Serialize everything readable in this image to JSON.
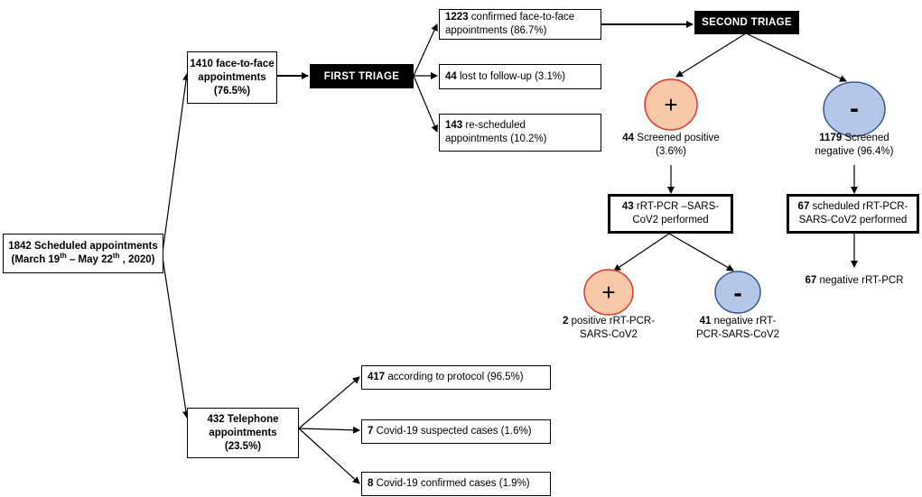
{
  "root": {
    "line1": "1842 Scheduled appointments",
    "line2_pre": "(March 19",
    "sup1": "th",
    "line2_mid": " – May 22",
    "sup2": "th",
    "line2_post": " , 2020)"
  },
  "face_to_face": {
    "num": "1410",
    "text": "face-to-face",
    "line2": "appointments",
    "line3": "(76.5%)"
  },
  "first_triage": "FIRST  TRIAGE",
  "confirmed": {
    "num": "1223",
    "text": "confirmed face-to-face",
    "line2": "appointments (86.7%)"
  },
  "lost": {
    "num": "44",
    "text": "lost to follow-up (3.1%)"
  },
  "rescheduled": {
    "num": "143",
    "text": "re-scheduled",
    "line2": "appointments (10.2%)"
  },
  "second_triage": "SECOND  TRIAGE",
  "screened_positive": {
    "symbol": "+",
    "num": "44",
    "text": "Screened positive",
    "line2": "(3.6%)"
  },
  "screened_negative": {
    "symbol": "-",
    "num": "1179",
    "text": "Screened",
    "line2": "negative (96.4%)"
  },
  "pcr_performed": {
    "num": "43",
    "text": "rRT-PCR –SARS-",
    "line2": "CoV2 performed"
  },
  "scheduled_pcr": {
    "num": "67",
    "text": "scheduled rRT-PCR-",
    "line2": "SARS-CoV2 performed"
  },
  "negative_pcr_result": {
    "num": "67",
    "text": "negative rRT-PCR"
  },
  "positive_pcr": {
    "symbol": "+",
    "num": "2",
    "text": "positive rRT-PCR-",
    "line2": "SARS-CoV2"
  },
  "negative_pcr": {
    "symbol": "-",
    "num": "41",
    "text": "negative rRT-",
    "line2": "PCR-SARS-CoV2"
  },
  "telephone": {
    "num": "432",
    "text": "Telephone",
    "line2": "appointments",
    "line3": "(23.5%)"
  },
  "protocol": {
    "num": "417",
    "text": "according to protocol (96.5%)"
  },
  "suspected": {
    "num": "7",
    "text": "Covid-19 suspected cases (1.6%)"
  },
  "confirmed_cases": {
    "num": "8",
    "text": "Covid-19 confirmed cases (1.9%)"
  },
  "colors": {
    "positive_fill": "#f7c7a9",
    "positive_stroke": "#d93a2b",
    "negative_fill": "#b4c7e7",
    "negative_stroke": "#3c5a8a"
  }
}
